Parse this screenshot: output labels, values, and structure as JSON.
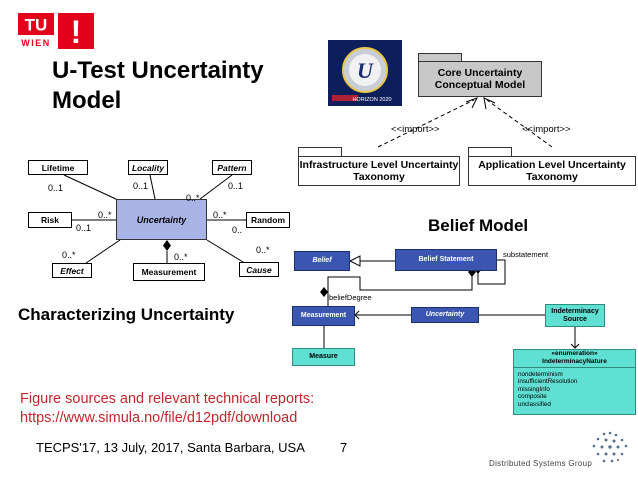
{
  "logo": {
    "line1": "TU",
    "line2": "WIEN",
    "mark": "!"
  },
  "title": {
    "line1": "U-Test Uncertainty",
    "line2": "Model"
  },
  "badge": {
    "letter": "U",
    "caption": "HORIZON 2020"
  },
  "packages": {
    "core": "Core Uncertainty Conceptual Model",
    "infrastructure": "Infrastructure Level Uncertainty Taxonomy",
    "application": "Application Level Uncertainty Taxonomy",
    "import_left": "<<import>>",
    "import_right": "<<import>>"
  },
  "char_model": {
    "uncertainty": "Uncertainty",
    "lifetime": "Lifetime",
    "locality": "Locality",
    "pattern": "Pattern",
    "risk": "Risk",
    "random": "Random",
    "effect": "Effect",
    "measurement": "Measurement",
    "cause": "Cause",
    "m_lifetime": "0..1",
    "m_locality": "0..1",
    "m_pattern_a": "0..*",
    "m_pattern_b": "0..1",
    "m_risk_a": "0..*",
    "m_risk_b": "0..1",
    "m_random_a": "0..*",
    "m_random_b": "0..",
    "m_effect": "0..*",
    "m_measurement": "0..*",
    "m_cause": "0..*"
  },
  "char_heading": "Characterizing Uncertainty",
  "belief_heading": "Belief Model",
  "belief": {
    "belief": "Belief",
    "belief_statement": "Belief Statement",
    "substatement": "substatement",
    "belief_degree": "beliefDegree",
    "measurement": "Measurement",
    "uncertainty": "Uncertainty",
    "indeterminacy_source": "Indeterminacy Source",
    "measure": "Measure",
    "enum_stereotype": "«enumeration»",
    "enum_name": "IndeterminacyNature",
    "literals": [
      "nondeterminism",
      "insufficientResolution",
      "missingInfo",
      "composite",
      "unclassified"
    ]
  },
  "sources": {
    "line1": "Figure sources and relevant technical reports:",
    "line2": "https://www.simula.no/file/d12pdf/download"
  },
  "footer": "TECPS'17, 13 July, 2017, Santa Barbara, USA",
  "page_number": "7",
  "group": "Distributed Systems Group",
  "colors": {
    "tu_red": "#e2001a",
    "central_class": "#a9b4e6",
    "belief_blue": "#3a56b0",
    "cyan": "#5fe0d2",
    "sources_red": "#c0272d"
  }
}
